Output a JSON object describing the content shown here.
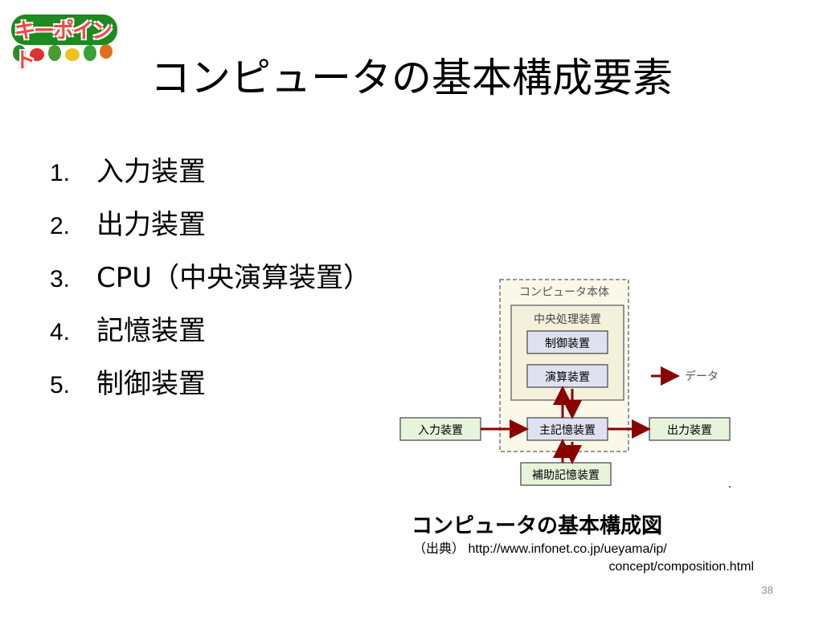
{
  "logo": {
    "text": "キーポイント"
  },
  "title": "コンピュータの基本構成要素",
  "list": [
    {
      "num": "1.",
      "label": "入力装置"
    },
    {
      "num": "2.",
      "label": "出力装置"
    },
    {
      "num": "3.",
      "label": "CPU（中央演算装置）"
    },
    {
      "num": "4.",
      "label": "記憶装置"
    },
    {
      "num": "5.",
      "label": "制御装置"
    }
  ],
  "diagram": {
    "body_label": "コンピュータ本体",
    "cpu_label": "中央処理装置",
    "control_unit": "制御装置",
    "arithmetic_unit": "演算装置",
    "main_memory": "主記憶装置",
    "input_device": "入力装置",
    "output_device": "出力装置",
    "aux_memory": "補助記憶装置",
    "legend_data": "データ",
    "colors": {
      "arrow": "#8b0000",
      "box_fill": "#e6f4dc",
      "body_fill": "#fbf8e8",
      "inner_fill": "#dfe1f2"
    }
  },
  "caption": {
    "title": "コンピュータの基本構成図",
    "source_prefix": "（出典）",
    "source_url_1": "http://www.infonet.co.jp/ueyama/ip/",
    "source_url_2": "concept/composition.html"
  },
  "page_number": "38"
}
